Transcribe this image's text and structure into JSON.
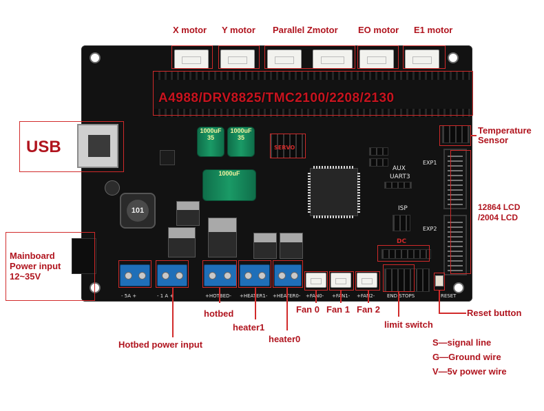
{
  "top_labels": {
    "x_motor": "X motor",
    "y_motor": "Y motor",
    "parallel_zmotor": "Parallel Zmotor",
    "eo_motor": "EO motor",
    "e1_motor": "E1 motor"
  },
  "driver_banner": "A4988/DRV8825/TMC2100/2208/2130",
  "left_labels": {
    "usb": "USB",
    "mainboard_power_lines": [
      "Mainboard",
      "Power input",
      "12~35V"
    ]
  },
  "right_labels": {
    "temperature_sensor_lines": [
      "Temperature",
      "Sensor"
    ],
    "lcd_lines": [
      "12864 LCD",
      "/2004 LCD"
    ],
    "reset_button": "Reset button"
  },
  "bottom_labels": {
    "hotbed": "hotbed",
    "heater1": "heater1",
    "heater0": "heater0",
    "hotbed_power_input": "Hotbed power input",
    "fan0": "Fan 0",
    "fan1": "Fan 1",
    "fan2": "Fan 2",
    "limit_switch": "limit switch"
  },
  "legend": [
    "S—signal line",
    "G—Ground wire",
    "V—5v power wire"
  ],
  "board_silk": {
    "servo": "SERVO",
    "aux": "AUX",
    "uart3": "UART3",
    "isp": "ISP",
    "exp1": "EXP1",
    "exp2": "EXP2",
    "dc": "DC",
    "reset": "RESET",
    "end_stops": "END STOPS",
    "t_5a": "-  5A  +",
    "t_1a": "-  1  A  +",
    "t_hotbed": "+HOTBED-",
    "t_heater1": "+HEATER1-",
    "t_heater0": "+HEATER0-",
    "t_fan0": "+FAN0-",
    "t_fan1": "+FAN1-",
    "t_fan2": "+FAN2-",
    "cap_1000uf": "1000uF",
    "cap_35": "35",
    "inductor_101": "101"
  },
  "colors": {
    "annotation": "#b0141e",
    "board": "#121212",
    "terminal": "#1f6fb8",
    "capacitor": "#1a9a66"
  }
}
